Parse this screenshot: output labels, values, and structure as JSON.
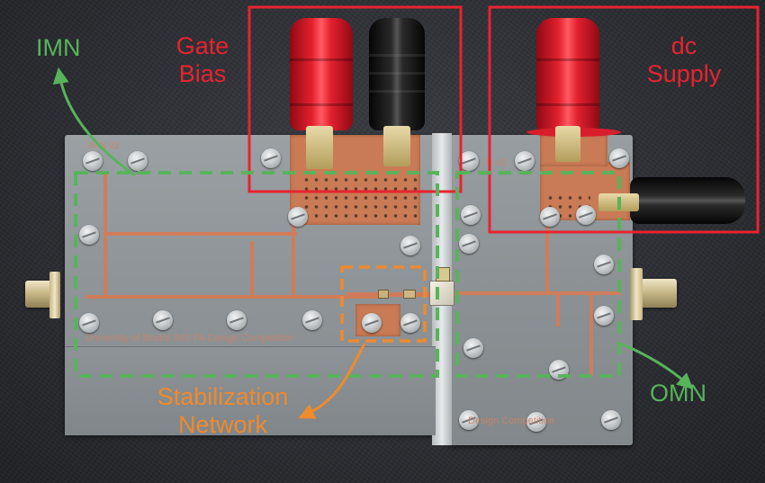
{
  "labels": {
    "gate_bias_line1": "Gate",
    "gate_bias_line2": "Bias",
    "dc_supply_line1": "dc",
    "dc_supply_line2": "Supply",
    "imn": "IMN",
    "omn": "OMN",
    "stabilization_line1": "Stabilization",
    "stabilization_line2": "Network"
  },
  "silkscreen": {
    "left_board_tag": "IMN v2",
    "right_board_tag": "N v2",
    "left_bottom": "University of Bristol   IMS PA Design Competition",
    "right_bottom": "Design Competition"
  },
  "colors": {
    "gate_dc_box": "#e8232f",
    "matching_networks": "#58b35b",
    "stabilization": "#ef8a2d"
  }
}
